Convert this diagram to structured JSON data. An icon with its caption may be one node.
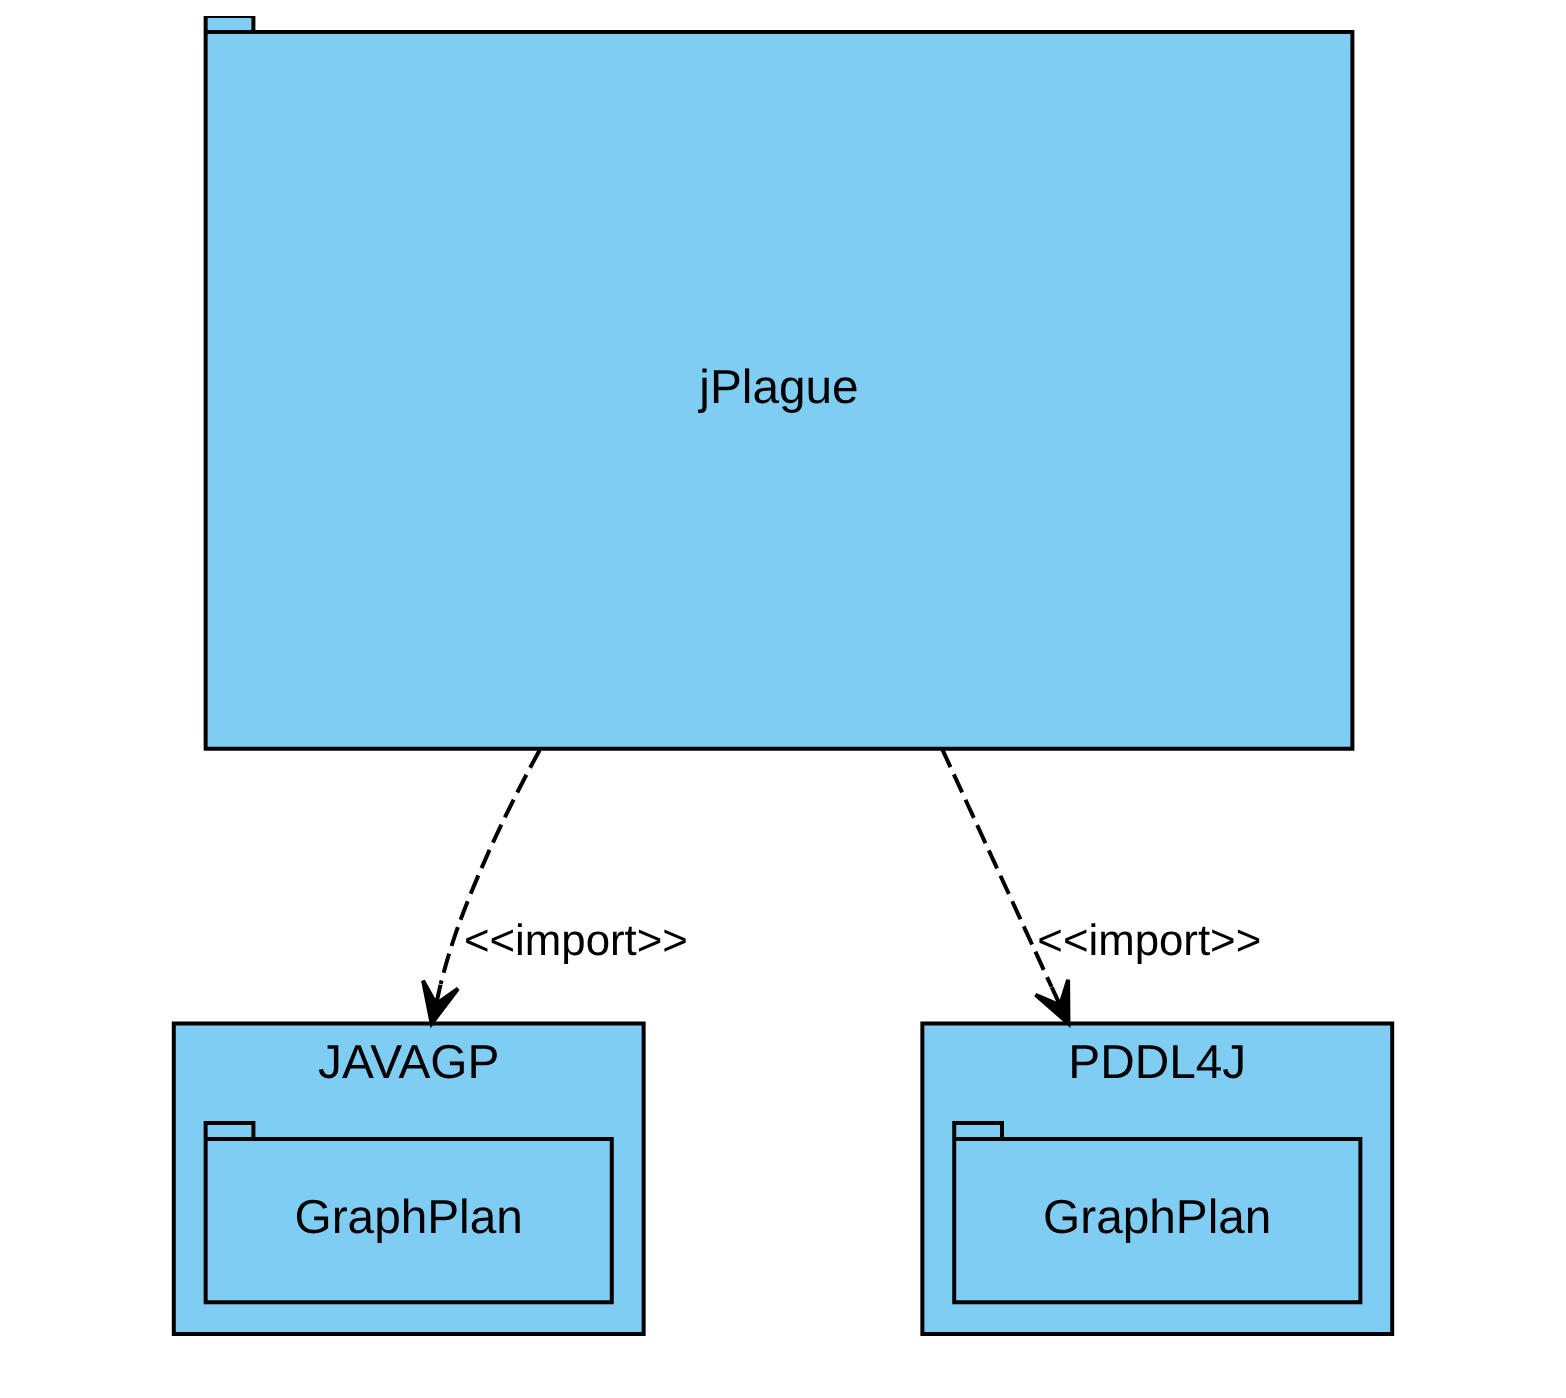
{
  "diagram": {
    "nodes": [
      {
        "text": [
          "jPlague"
        ]
      },
      {
        "text": [
          "JAVAGP"
        ]
      },
      {
        "text": [
          "GraphPlan"
        ],
        "in": 1
      },
      {
        "text": [
          "PDDL4J"
        ]
      },
      {
        "text": [
          "GraphPlan"
        ],
        "in": 3
      }
    ],
    "edges": [
      {
        "from": 0,
        "to": 1,
        "arrow": "to",
        "style": "dashed",
        "label": "<<import>>"
      },
      {
        "from": 0,
        "to": 3,
        "arrow": "to",
        "style": "dashed",
        "label": "<<import>>"
      }
    ]
  }
}
